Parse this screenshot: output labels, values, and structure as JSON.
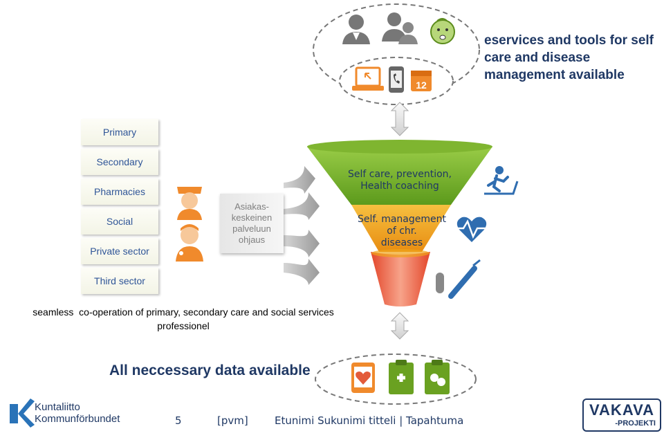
{
  "title": "eservices and tools for self care and disease management available",
  "sectors": [
    "Primary",
    "Secondary",
    "Pharmacies",
    "Social",
    "Private sector",
    "Third sector"
  ],
  "asiakas": {
    "lines": [
      "Asiakas-",
      "keskeinen",
      "palveluun",
      "ohjaus"
    ]
  },
  "funnel": {
    "top_label": [
      "Self care, prevention,",
      "Health coaching"
    ],
    "mid_label": [
      "Self. management",
      "of chr.",
      "diseases"
    ],
    "colors": {
      "green": "#6aa121",
      "orange": "#f0a41a",
      "red": "#e35b3a"
    }
  },
  "seamless_text": [
    "seamless  co-operation of primary, secondary care and social services",
    "professionel"
  ],
  "all_data": "All neccessary data available",
  "footer": {
    "page": "5",
    "date": "[pvm]",
    "info": "Etunimi Sukunimi titteli | Tapahtuma"
  },
  "logo": {
    "line1": "Kuntaliitto",
    "line2": "Kommunförbundet"
  },
  "vakava": {
    "main": "VAKAVA",
    "sub": "-PROJEKTI"
  },
  "icons": {
    "top_oval_row1": [
      "doctor-icon",
      "family-icon",
      "baby-icon"
    ],
    "top_oval_row2": [
      "laptop-icon",
      "smartphone-icon",
      "calendar-icon"
    ],
    "bottom_oval": [
      "tablet-heart-icon",
      "clipboard-plus-icon",
      "clipboard-pills-icon"
    ],
    "right": [
      "treadmill-icon",
      "heartbeat-icon",
      "test-tube-syringe-icon"
    ],
    "left": [
      "nurse-icon",
      "doctor-stethoscope-icon"
    ]
  }
}
